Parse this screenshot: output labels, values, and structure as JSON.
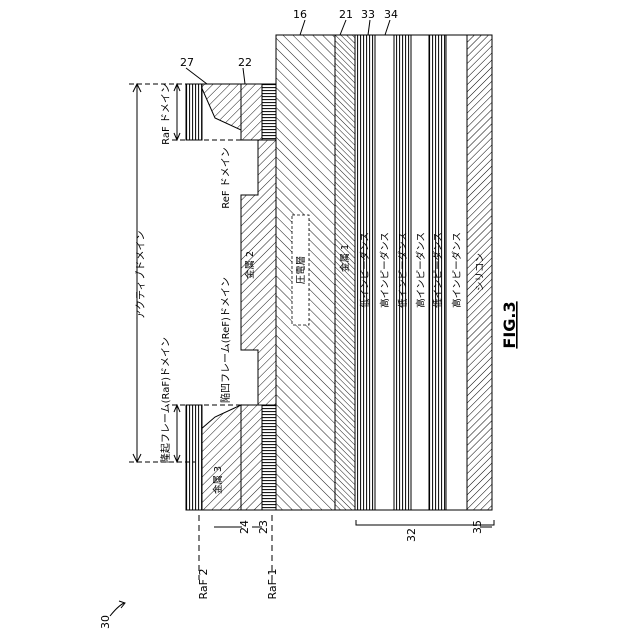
{
  "figure": {
    "title": "FIG.3",
    "ref_numeral": "30"
  },
  "reference_numerals": {
    "n16": "16",
    "n21": "21",
    "n33": "33",
    "n34": "34",
    "n27": "27",
    "n22": "22",
    "n24": "24",
    "n23": "23",
    "n32": "32",
    "n35": "35"
  },
  "level_labels": {
    "raf2": "RaF 2",
    "raf1": "RaF 1"
  },
  "domain_labels": {
    "active": "アクティブドメイン",
    "raf_top": "RaF ドメイン",
    "raf_bottom": "隆起フレーム(RaF)ドメイン",
    "ref_top": "ReF ドメイン",
    "ref_bottom": "陥凹フレーム(ReF)ドメイン"
  },
  "layer_labels": {
    "metal3": "金属 3",
    "metal2": "金属 2",
    "piezo": "圧電層",
    "metal1": "金属 1",
    "low1": "低インピーダンス",
    "high1": "高インピーダンス",
    "low2": "低インピーダンス",
    "high2": "高インピーダンス",
    "low3": "低インピーダンス",
    "high3": "高インピーダンス",
    "silicon": "シリコン"
  }
}
